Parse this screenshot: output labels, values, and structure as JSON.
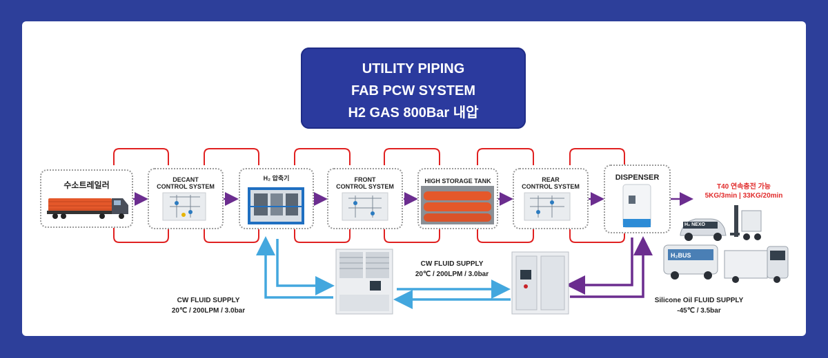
{
  "title": {
    "line1": "UTILITY PIPING",
    "line2": "FAB PCW SYSTEM",
    "line3": "H2 GAS 800Bar 내압"
  },
  "nodes": [
    {
      "id": "trailer",
      "label": "수소트레일러"
    },
    {
      "id": "decant",
      "label_line1": "DECANT",
      "label_line2": "CONTROL SYSTEM"
    },
    {
      "id": "compressor",
      "label": "H₂ 압축기"
    },
    {
      "id": "front",
      "label_line1": "FRONT",
      "label_line2": "CONTROL SYSTEM"
    },
    {
      "id": "tank",
      "label": "HIGH STORAGE TANK"
    },
    {
      "id": "rear",
      "label_line1": "REAR",
      "label_line2": "CONTROL SYSTEM"
    },
    {
      "id": "dispenser",
      "label": "DISPENSER"
    }
  ],
  "output_note": {
    "line1": "T40 연속충전 가능",
    "line2": "5KG/3min | 33KG/20min"
  },
  "vehicles": {
    "car_badge": "H₂ NEXO",
    "bus_badge": "H₂BUS"
  },
  "supplies": {
    "cw_left": {
      "line1": "CW FLUID SUPPLY",
      "line2": "20℃ / 200LPM / 3.0bar"
    },
    "cw_center": {
      "line1": "CW FLUID SUPPLY",
      "line2": "20℃ / 200LPM / 3.0bar"
    },
    "oil_right": {
      "line1": "Silicone Oil FLUID SUPPLY",
      "line2": "-45℃ / 3.5bar"
    }
  },
  "colors": {
    "background": "#2d3f9a",
    "title_box": "#2b3a9e",
    "flow_arrow": "#6b2d8f",
    "red_loop": "#e02020",
    "cw_pipe": "#43a7de",
    "oil_pipe": "#6b2d8f",
    "highlight_text": "#e12b2b"
  }
}
